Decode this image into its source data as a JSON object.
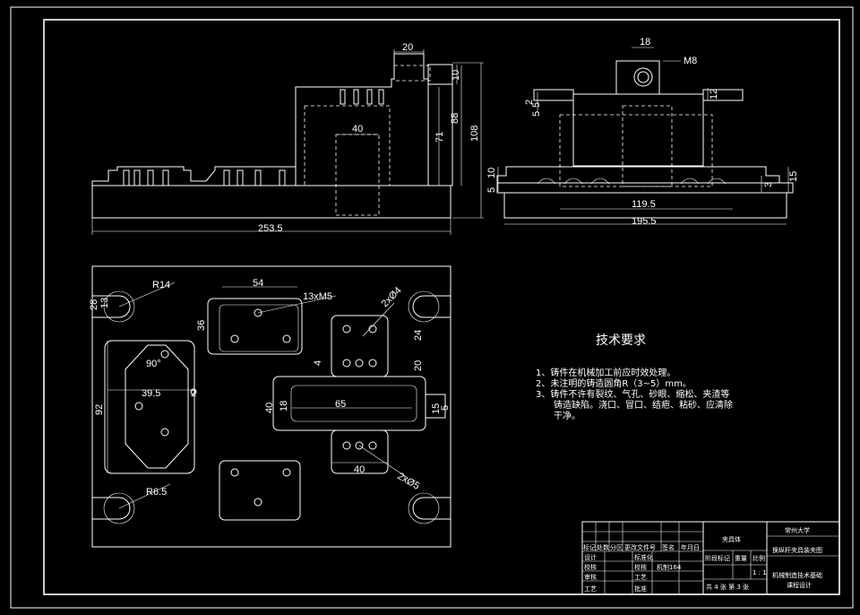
{
  "dimensions": {
    "front_w20": "20",
    "front_h10": "10",
    "front_h88": "88",
    "front_h71": "71",
    "front_h108": "108",
    "front_w40": "40",
    "front_w253": "253.5",
    "side_w18": "18",
    "side_m8": "M8",
    "side_h12": "12",
    "side_h2": "2",
    "side_h5a": "5",
    "side_h5b": "5",
    "side_h10": "10",
    "side_h5c": "5",
    "side_h3": "3",
    "side_h15": "15",
    "side_w119": "119.5",
    "side_w195": "195.5",
    "plan_r14": "R14",
    "plan_28": "28",
    "plan_13": "13",
    "plan_54": "54",
    "plan_13xm5": "13xM5",
    "plan_2x4": "2xØ4",
    "plan_36": "36",
    "plan_24": "24",
    "plan_4": "4",
    "plan_20": "20",
    "plan_90": "90°",
    "plan_395": "39.5",
    "plan_2": "2",
    "plan_92": "92",
    "plan_40v": "40",
    "plan_18": "18",
    "plan_65": "65",
    "plan_15": "15",
    "plan_5": "5",
    "plan_40h": "40",
    "plan_2x5": "2xØ5",
    "plan_r65": "R6.5"
  },
  "notes": {
    "title": "技术要求",
    "line1": "1、铸件在机械加工前应时效处理。",
    "line2": "2、未注明的铸造圆角R（3~5）mm。",
    "line3": "3、铸件不许有裂纹、气孔、砂眼、缩松、夹渣等",
    "line4": "铸造缺陷。浇口、冒口、结疤、粘砂、应清除",
    "line5": "干净。"
  },
  "title_block": {
    "part_name": "夹具体",
    "university": "常州大学",
    "drawing_title": "换纵杆夹具装夹图",
    "course": "机械制造技术基础",
    "course2": "课程设计",
    "h_mark": "标记",
    "h_count": "处数",
    "h_zone": "分区",
    "h_doc": "更改文件号",
    "h_sign": "签名",
    "h_date": "年月日",
    "r_design": "设计",
    "r_std": "标准化",
    "r_check": "校核",
    "r_class": "机制164",
    "r_review": "审核",
    "r_craft": "工艺",
    "r_approve": "批准",
    "h_stage": "阶段标记",
    "h_weight": "重量",
    "h_scale": "比例",
    "scale": "1 : 1",
    "sheets": "共 4 张  第 3 张"
  }
}
